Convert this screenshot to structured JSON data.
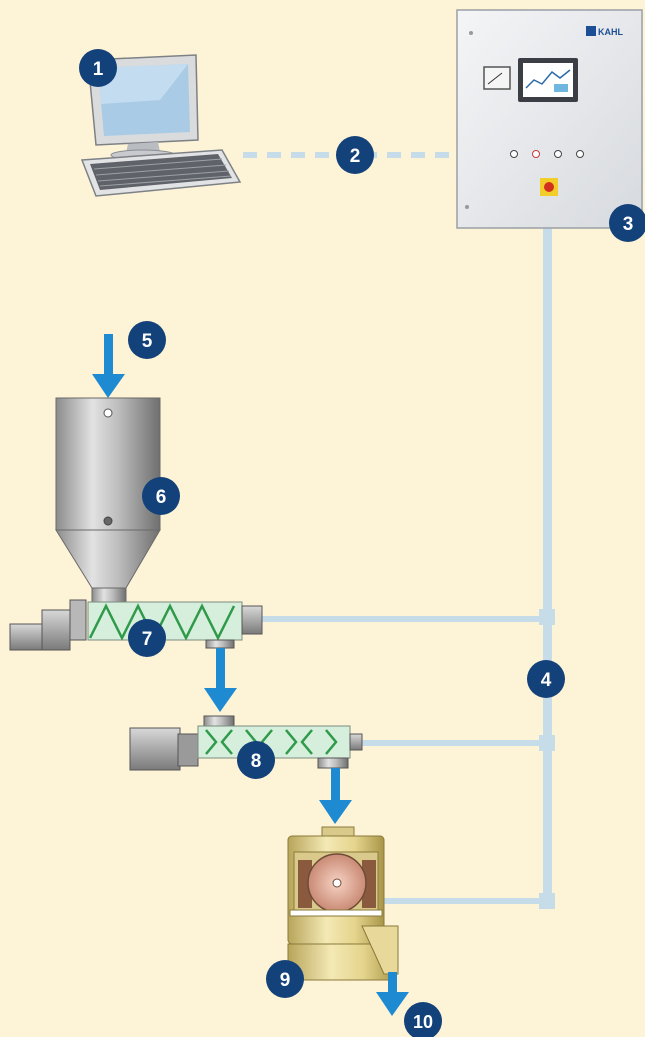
{
  "colors": {
    "background": "#fdf3d6",
    "badge": "#13417a",
    "badge_text": "#ffffff",
    "connection_line": "#c7dce9",
    "flow_arrow": "#1e8ad2",
    "screw_tube": "#d6eedc",
    "screw_flight": "#2f9a4a"
  },
  "control_cabinet": {
    "brand": "KAHL"
  },
  "labels": {
    "pc": "1",
    "network_link": "2",
    "control_cabinet": "3",
    "signal_lines": "4",
    "material_inlet": "5",
    "hopper": "6",
    "metering_screw": "7",
    "mixing_screw": "8",
    "pellet_mill": "9",
    "product_outlet": "10"
  }
}
